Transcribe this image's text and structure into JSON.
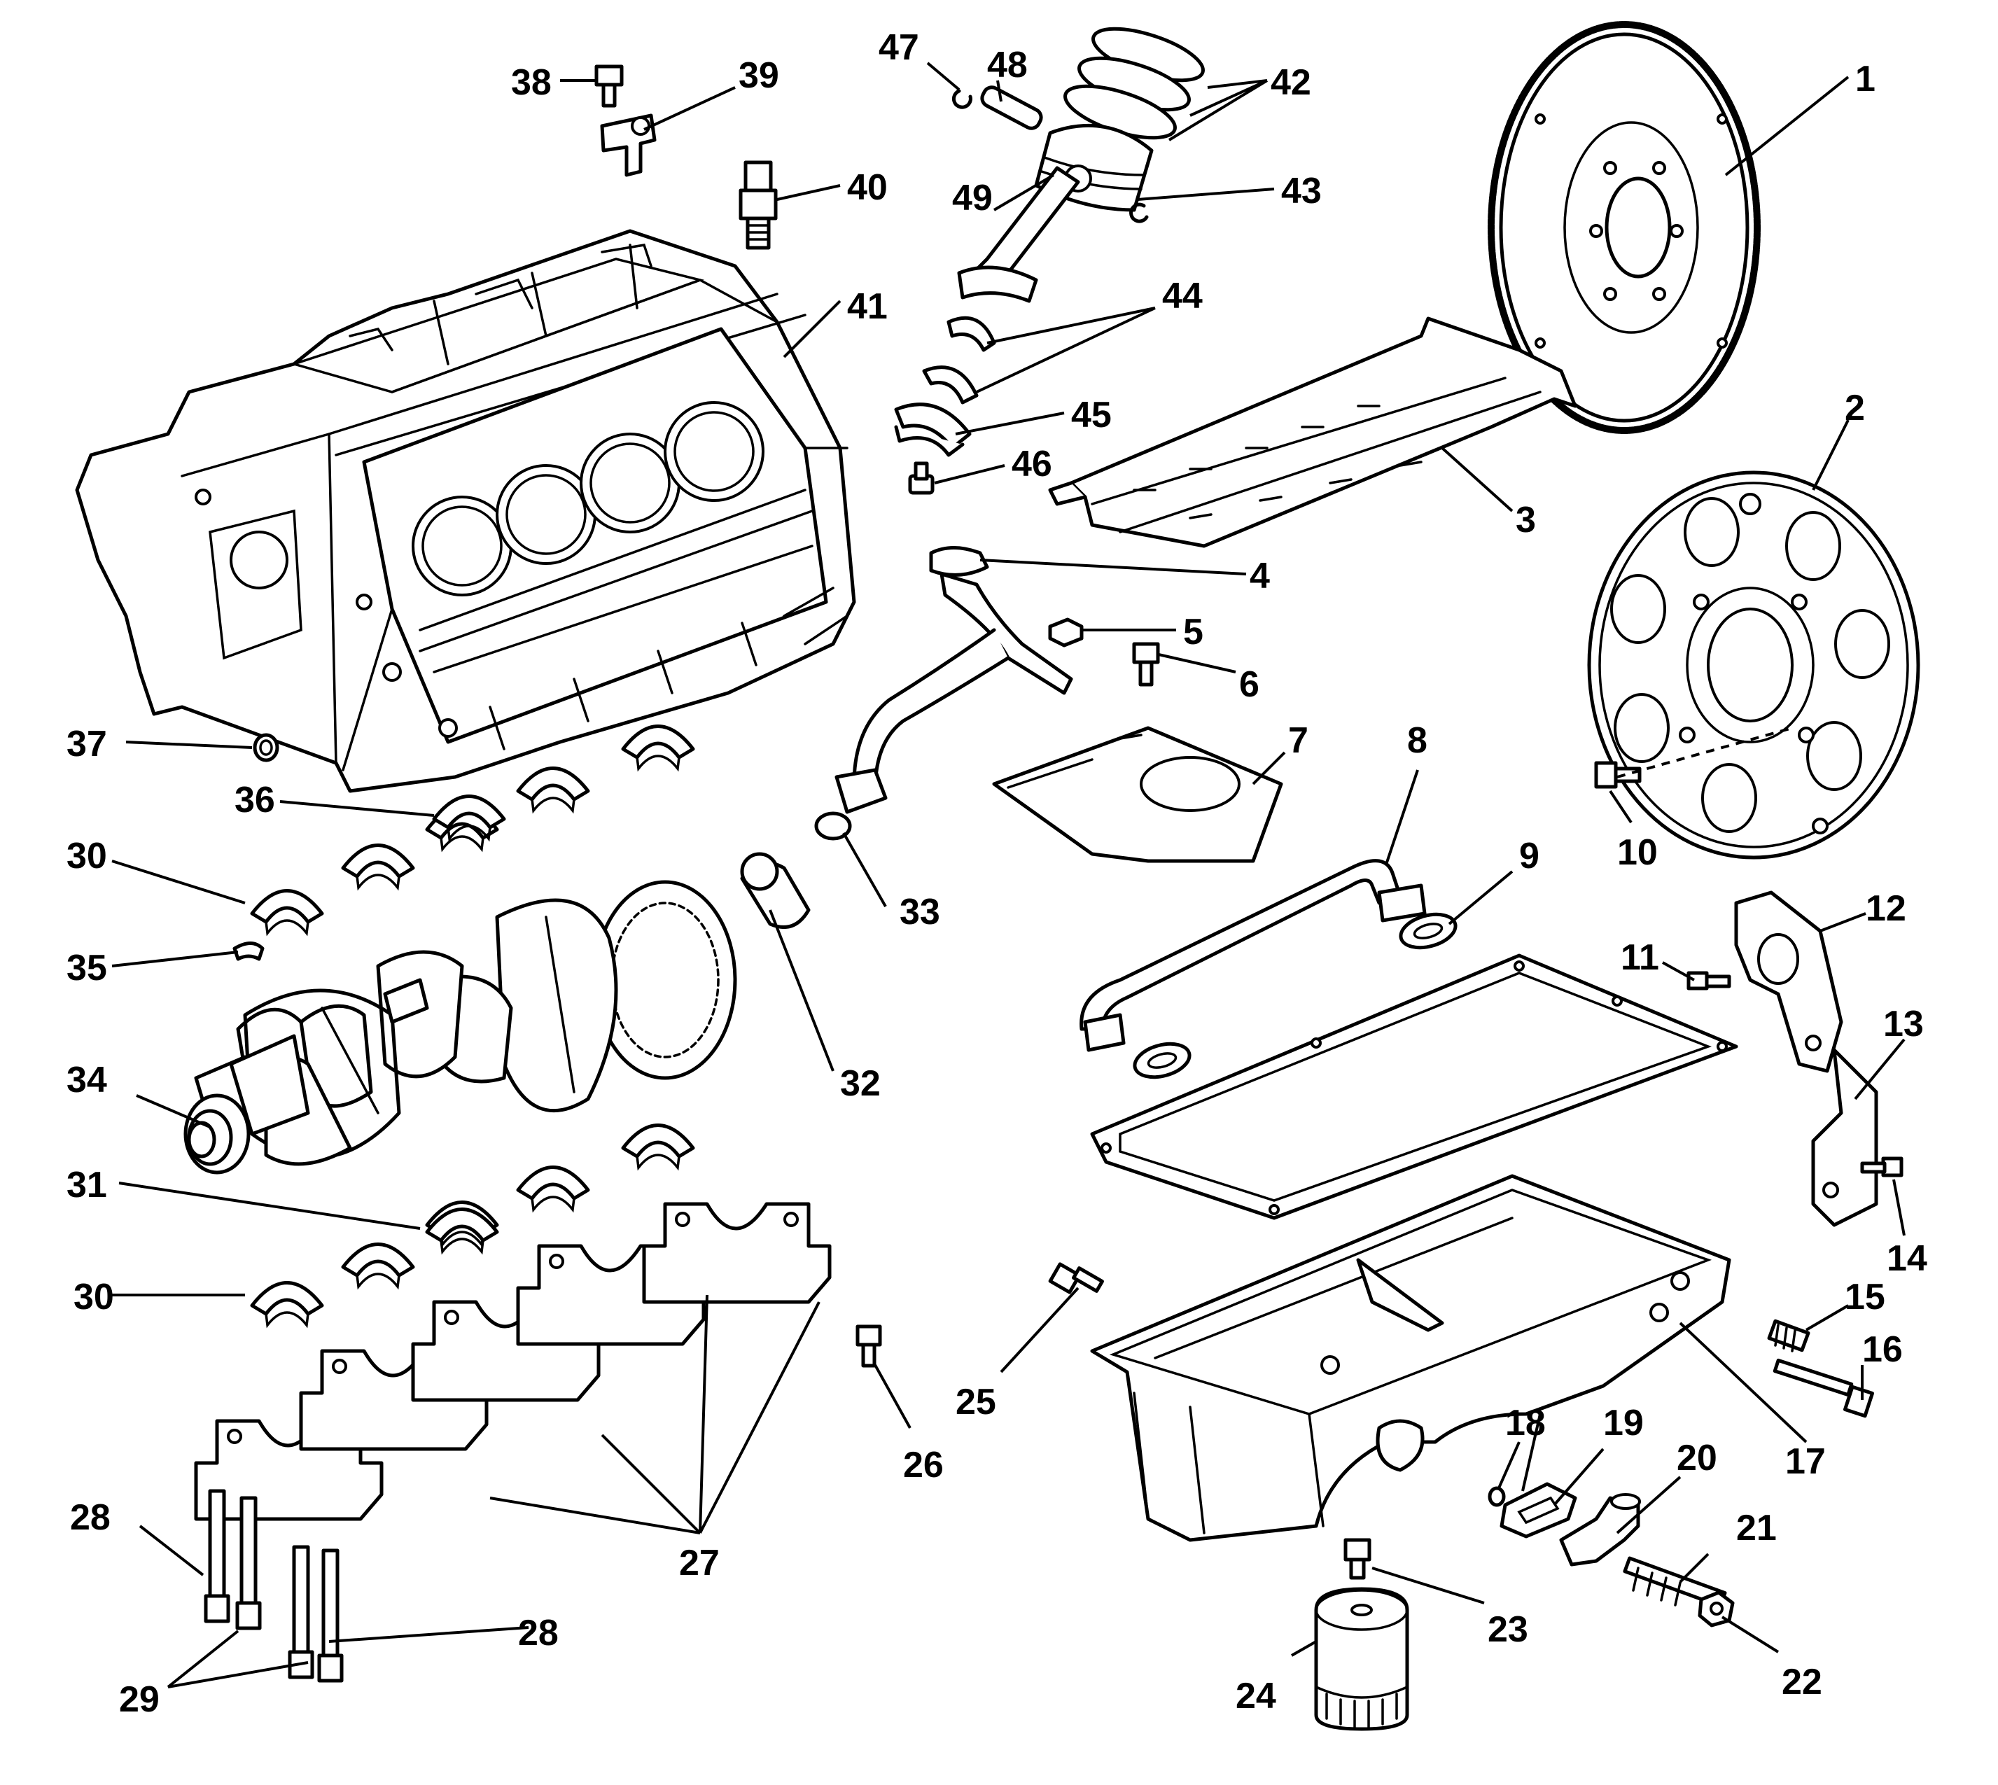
{
  "callouts": {
    "c1": "1",
    "c2": "2",
    "c3": "3",
    "c4": "4",
    "c5": "5",
    "c6": "6",
    "c7": "7",
    "c8": "8",
    "c9": "9",
    "c10": "10",
    "c11": "11",
    "c12": "12",
    "c13": "13",
    "c14": "14",
    "c15": "15",
    "c16": "16",
    "c17": "17",
    "c18": "18",
    "c19": "19",
    "c20": "20",
    "c21": "21",
    "c22": "22",
    "c23": "23",
    "c24": "24",
    "c25": "25",
    "c26": "26",
    "c27": "27",
    "c28a": "28",
    "c28b": "28",
    "c29": "29",
    "c30a": "30",
    "c30b": "30",
    "c31": "31",
    "c32": "32",
    "c33": "33",
    "c34": "34",
    "c35": "35",
    "c36": "36",
    "c37": "37",
    "c38": "38",
    "c39": "39",
    "c40": "40",
    "c41": "41",
    "c42": "42",
    "c43": "43",
    "c44": "44",
    "c45": "45",
    "c46": "46",
    "c47": "47",
    "c48": "48",
    "c49": "49"
  }
}
